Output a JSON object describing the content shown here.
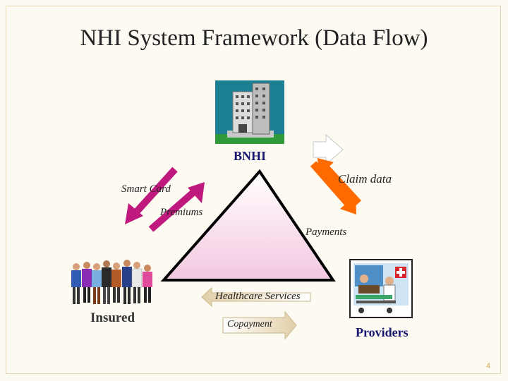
{
  "slide": {
    "title": "NHI System Framework (Data Flow)",
    "page_number": "4"
  },
  "nodes": {
    "bnhi": "BNHI",
    "insured": "Insured",
    "providers": "Providers"
  },
  "flows": {
    "smart_card": "Smart Card",
    "premiums": "Premiums",
    "claim_data": "Claim data",
    "payments": "Payments",
    "healthcare_services": "Healthcare Services",
    "copayment": "Copayment"
  },
  "colors": {
    "magenta_arrow": "#c0197e",
    "orange_arrow": "#ff6a00",
    "triangle_fill_top": "#ffffff",
    "triangle_fill_bottom": "#f3c7df",
    "node_label": "#16166e"
  },
  "icons": {
    "bnhi": "office-building-icon",
    "insured": "people-group-icon",
    "providers": "ambulance-stretcher-icon"
  }
}
